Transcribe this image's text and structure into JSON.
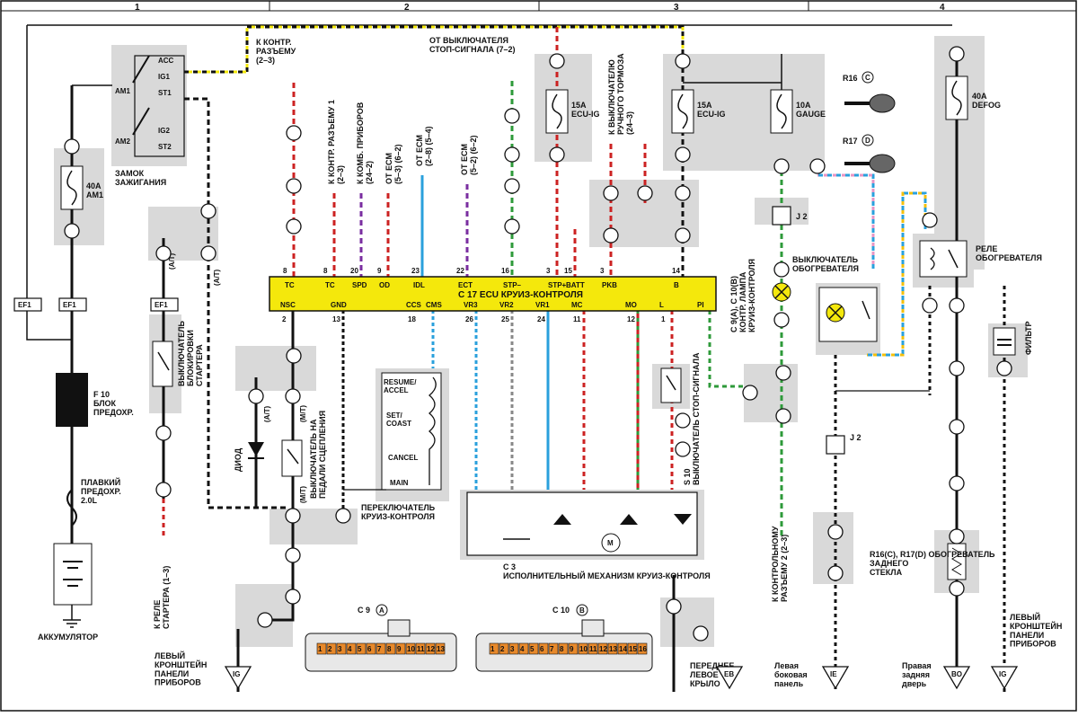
{
  "zones": [
    "1",
    "2",
    "3",
    "4"
  ],
  "ecu": {
    "title": "С 17 ECU КРУИЗ-КОНТРОЛЯ",
    "top_pins": [
      {
        "pin": "8",
        "name": "TC"
      },
      {
        "pin": "8",
        "name": "TC"
      },
      {
        "pin": "20",
        "name": "SPD"
      },
      {
        "pin": "9",
        "name": "OD"
      },
      {
        "pin": "23",
        "name": "IDL"
      },
      {
        "pin": "22",
        "name": "ECT"
      },
      {
        "pin": "16",
        "name": "STP–"
      },
      {
        "pin": "3",
        "name": "STP+"
      },
      {
        "pin": "15",
        "name": "BATT"
      },
      {
        "pin": "3",
        "name": "PKB"
      },
      {
        "pin": "14",
        "name": "B"
      }
    ],
    "bottom_pins": [
      {
        "pin": "2",
        "name": "NSC"
      },
      {
        "pin": "13",
        "name": "GND"
      },
      {
        "pin": "18",
        "name": "CCS"
      },
      {
        "pin": "",
        "name": "CMS"
      },
      {
        "pin": "26",
        "name": "VR3"
      },
      {
        "pin": "25",
        "name": "VR2"
      },
      {
        "pin": "24",
        "name": "VR1"
      },
      {
        "pin": "11",
        "name": "MC"
      },
      {
        "pin": "12",
        "name": "MO"
      },
      {
        "pin": "1",
        "name": "L"
      },
      {
        "pin": "",
        "name": "PI"
      }
    ]
  },
  "labels": {
    "ignition_switch": "ЗАМОК\nЗАЖИГАНИЯ",
    "ign_terms": [
      "ACC",
      "IG1",
      "ST1",
      "IG2",
      "ST2",
      "AM1",
      "AM2"
    ],
    "fuse_am1": "40A\nAM1",
    "fuse_block": "F 10\nБЛОК\nПРЕДОХР.",
    "fusible_link": "ПЛАВКИЙ\nПРЕДОХР.\n2.0L",
    "battery": "АККУМУЛЯТОР",
    "ef1": "EF1",
    "starter_relay": "К РЕЛЕ\nСТАРТЕРА (1–3)",
    "starter_lock_switch": "ВЫКЛЮЧАТЕЛЬ\nБЛОКИРОВКИ\nСТАРТЕРА",
    "diode": "ДИОД",
    "clutch_switch": "ВЫКЛЮЧАТЕЛЬ НА\nПЕДАЛИ СЦЕПЛЕНИЯ",
    "at": "(A/T)",
    "mt": "(M/T)",
    "left_bracket": "ЛЕВЫЙ\nКРОНШТЕЙН\nПАНЕЛИ\nПРИБОРОВ",
    "to_connector_2_3": "К КОНТР.\nРАЗЪЕМУ\n(2–3)",
    "to_connector_1": "К КОНТР. РАЗЪЕМУ 1\n(2–3)",
    "to_combination_meter": "К КОМБ. ПРИБОРОВ\n(24–2)",
    "from_ecm_5_3": "ОТ ECM\n(5–3) (6–2)",
    "from_ecm_2_8": "ОТ ECM\n(2–8) (5–4)",
    "from_ecm_5_2": "ОТ ECM\n(5–2) (6–2)",
    "from_stop_switch": "ОТ ВЫКЛЮЧАТЕЛЯ\nСТОП-СИГНАЛА (7–2)",
    "to_parking_brake": "К ВЫКЛЮЧАТЕЛЮ\nРУЧНОГО ТОРМОЗА\n(24–3)",
    "fuse_ecu_ig_1": "15A\nECU-IG",
    "fuse_ecu_ig_2": "15A\nECU-IG",
    "fuse_gauge": "10A\nGAUGE",
    "fuse_defog": "40A\nDEFOG",
    "r16": "R16",
    "r17": "R17",
    "r16c": "C",
    "r17d": "D",
    "cruise_switch": "ПЕРЕКЛЮЧАТЕЛЬ\nКРУИЗ-КОНТРОЛЯ",
    "cruise_switch_positions": [
      "RESUME/\nACCEL",
      "SET/\nCOAST",
      "CANCEL",
      "MAIN"
    ],
    "actuator": "С 3\nИСПОЛНИТЕЛЬНЫЙ МЕХАНИЗМ КРУИЗ-КОНТРОЛЯ",
    "stop_switch": "S 10\nВЫКЛЮЧАТЕЛЬ СТОП-СИГНАЛА",
    "indicator_lamp": "C 9(A), C 10(B)\nКОНТР. ЛАМПА\nКРУИЗ-КОНТРОЛЯ",
    "heater_switch": "ВЫКЛЮЧАТЕЛЬ\nОБОГРЕВАТЕЛЯ",
    "heater_relay": "РЕЛЕ\nОБОГРЕВАТЕЛЯ",
    "filter": "ФИЛЬТР",
    "to_connector_2": "К КОНТРОЛЬНОМУ\nРАЗЪЕМУ 2 (2–3)",
    "rear_defogger": "R16(C), R17(D) ОБОГРЕВАТЕЛЬ\nЗАДНЕГО\nСТЕКЛА",
    "c9a": "C 9",
    "c10b": "C 10",
    "c9a_letter": "A",
    "c10b_letter": "B",
    "front_left_fender": "ПЕРЕДНЕЕ\nЛЕВОЕ\nКРЫЛО",
    "left_side_panel": "Левая\nбоковая\nпанель",
    "right_rear_door": "Правая\nзадняя\nдверь",
    "left_bracket_2": "ЛЕВЫЙ\nКРОНШТЕЙН\nПАНЕЛИ\nПРИБОРОВ",
    "j2": "J 2",
    "grounds": [
      "IG",
      "EB",
      "IE",
      "BO",
      "IG"
    ]
  },
  "c9_pins": [
    "1",
    "2",
    "3",
    "4",
    "5",
    "6",
    "7",
    "8",
    "9",
    "10",
    "11",
    "12",
    "13"
  ],
  "c10_pins": [
    "1",
    "2",
    "3",
    "4",
    "5",
    "6",
    "7",
    "8",
    "9",
    "10",
    "11",
    "12",
    "13",
    "14",
    "15",
    "16"
  ],
  "colors": {
    "ecu_bar": "#f4e80c",
    "shade": "#d9d9d9",
    "connector_orange": "#e8892b"
  }
}
